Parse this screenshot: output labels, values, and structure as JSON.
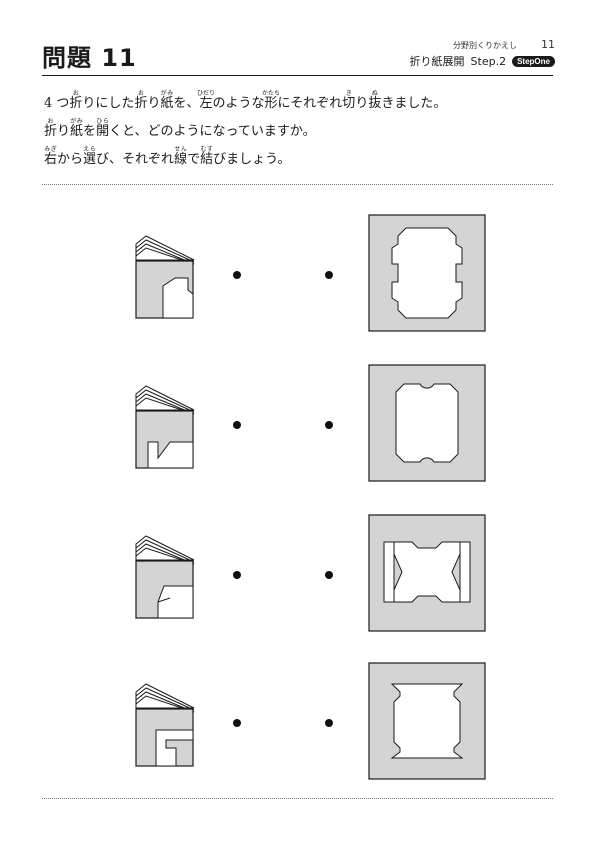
{
  "header": {
    "title": "問題 11",
    "category": "分野別くりかえし",
    "page_number": "11",
    "subtitle": "折り紙展開",
    "step": "Step.2",
    "badge": "StepOne"
  },
  "instructions": {
    "line1": [
      {
        "t": "4 つ"
      },
      {
        "t": "折",
        "r": "お"
      },
      {
        "t": "りにした"
      },
      {
        "t": "折",
        "r": "お"
      },
      {
        "t": "り"
      },
      {
        "t": "紙",
        "r": "がみ"
      },
      {
        "t": "を、"
      },
      {
        "t": "左",
        "r": "ひだり"
      },
      {
        "t": "のような"
      },
      {
        "t": "形",
        "r": "かたち"
      },
      {
        "t": "にそれぞれ"
      },
      {
        "t": "切",
        "r": "き"
      },
      {
        "t": "り"
      },
      {
        "t": "抜",
        "r": "ぬ"
      },
      {
        "t": "きました。"
      }
    ],
    "line2": [
      {
        "t": "折",
        "r": "お"
      },
      {
        "t": "り"
      },
      {
        "t": "紙",
        "r": "がみ"
      },
      {
        "t": "を"
      },
      {
        "t": "開",
        "r": "ひら"
      },
      {
        "t": "くと、どのようになっていますか。"
      }
    ],
    "line3": [
      {
        "t": "右",
        "r": "みぎ"
      },
      {
        "t": "から"
      },
      {
        "t": "選",
        "r": "えら"
      },
      {
        "t": "び、それぞれ"
      },
      {
        "t": "線",
        "r": "せん"
      },
      {
        "t": "で"
      },
      {
        "t": "結",
        "r": "むす"
      },
      {
        "t": "びましょう。"
      }
    ]
  },
  "colors": {
    "shape_fill": "#d4d4d4",
    "ink": "#1a1a1a"
  }
}
